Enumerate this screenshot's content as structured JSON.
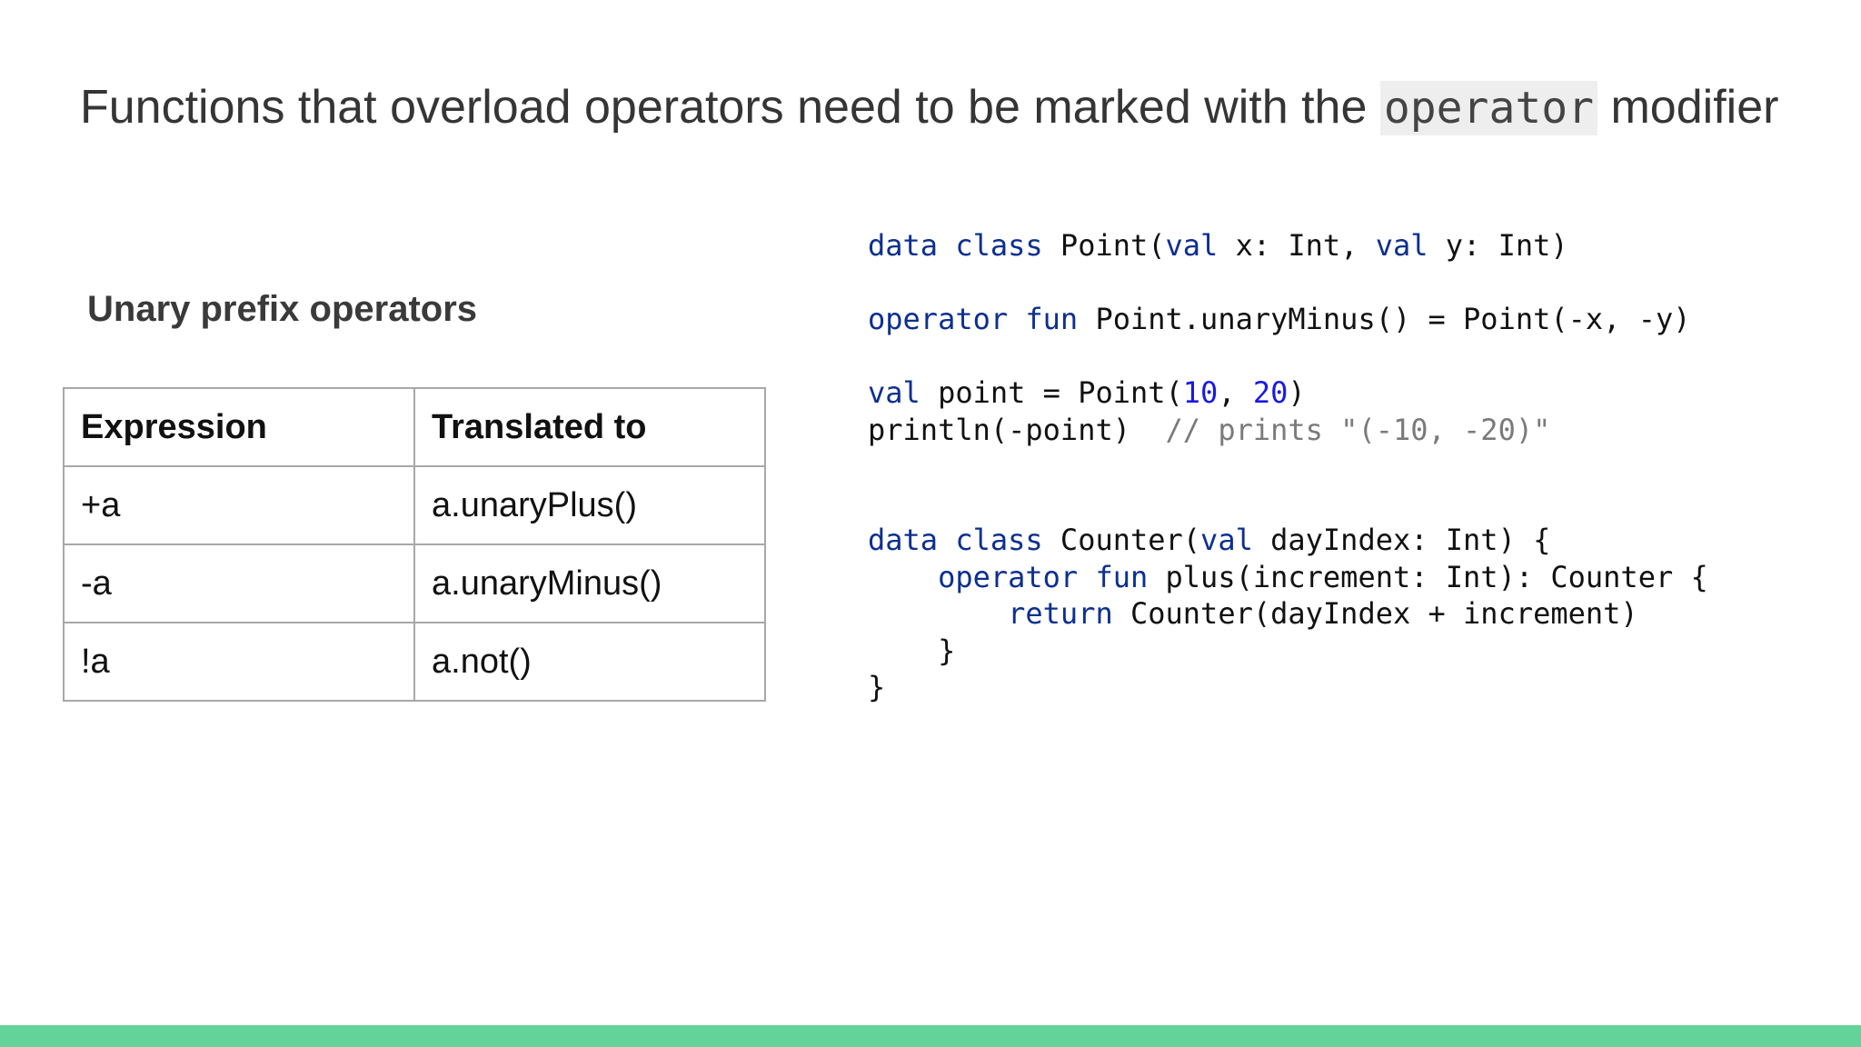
{
  "slide": {
    "title_before": "Functions that overload operators need to be marked with the ",
    "title_code": "operator",
    "title_after": " modifier",
    "section_heading": "Unary prefix operators"
  },
  "table": {
    "headers": [
      "Expression",
      "Translated to"
    ],
    "rows": [
      [
        "+a",
        "a.unaryPlus()"
      ],
      [
        "-a",
        "a.unaryMinus()"
      ],
      [
        "!a",
        "a.not()"
      ]
    ]
  },
  "code": {
    "lines": [
      [
        [
          "kw",
          "data"
        ],
        [
          "t",
          " "
        ],
        [
          "kw",
          "class"
        ],
        [
          "t",
          " Point("
        ],
        [
          "kw",
          "val"
        ],
        [
          "t",
          " x: Int, "
        ],
        [
          "kw",
          "val"
        ],
        [
          "t",
          " y: Int)"
        ]
      ],
      [],
      [
        [
          "kw",
          "operator"
        ],
        [
          "t",
          " "
        ],
        [
          "kw",
          "fun"
        ],
        [
          "t",
          " Point.unaryMinus() = Point(-x, -y)"
        ]
      ],
      [],
      [
        [
          "kw",
          "val"
        ],
        [
          "t",
          " point = Point("
        ],
        [
          "num",
          "10"
        ],
        [
          "t",
          ", "
        ],
        [
          "num",
          "20"
        ],
        [
          "t",
          ")"
        ]
      ],
      [
        [
          "t",
          "println(-point)  "
        ],
        [
          "cmt",
          "// prints \"(-10, -20)\""
        ]
      ],
      [],
      [],
      [
        [
          "kw",
          "data"
        ],
        [
          "t",
          " "
        ],
        [
          "kw",
          "class"
        ],
        [
          "t",
          " Counter("
        ],
        [
          "kw",
          "val"
        ],
        [
          "t",
          " dayIndex: Int) {"
        ]
      ],
      [
        [
          "t",
          "    "
        ],
        [
          "kw",
          "operator"
        ],
        [
          "t",
          " "
        ],
        [
          "kw",
          "fun"
        ],
        [
          "t",
          " plus(increment: Int): Counter {"
        ]
      ],
      [
        [
          "t",
          "        "
        ],
        [
          "kw",
          "return"
        ],
        [
          "t",
          " Counter(dayIndex + increment)"
        ]
      ],
      [
        [
          "t",
          "    }"
        ]
      ],
      [
        [
          "t",
          "}"
        ]
      ]
    ]
  },
  "colors": {
    "keyword": "#0d2f8f",
    "number": "#1a1ae0",
    "comment": "#7a7a7a",
    "accent_bar": "#64d39a"
  }
}
